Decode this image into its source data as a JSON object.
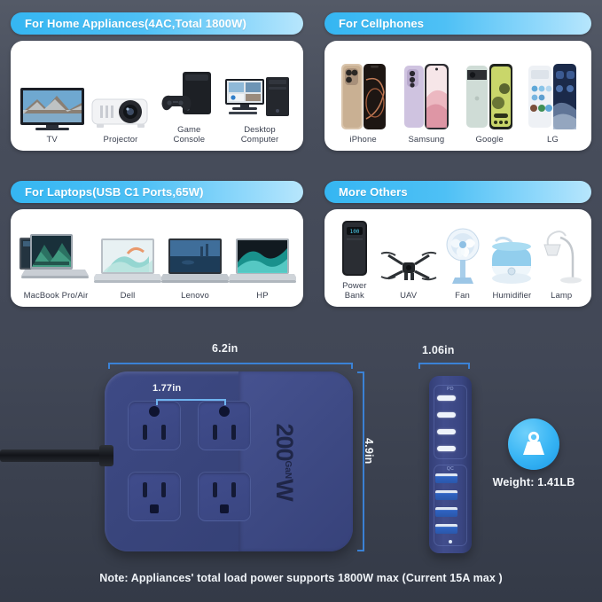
{
  "sections": [
    {
      "id": "home-appliances",
      "title": "For Home Appliances(4AC,Total 1800W)",
      "items": [
        {
          "label": "TV",
          "icon": "tv-icon"
        },
        {
          "label": "Projector",
          "icon": "projector-icon"
        },
        {
          "label": "Game\nConsole",
          "icon": "game-console-icon"
        },
        {
          "label": "Desktop\nComputer",
          "icon": "desktop-computer-icon"
        }
      ]
    },
    {
      "id": "cellphones",
      "title": "For Cellphones",
      "items": [
        {
          "label": "iPhone",
          "icon": "iphone-icon"
        },
        {
          "label": "Samsung",
          "icon": "samsung-phone-icon"
        },
        {
          "label": "Google",
          "icon": "google-pixel-icon"
        },
        {
          "label": "LG",
          "icon": "lg-phone-icon"
        }
      ]
    },
    {
      "id": "laptops",
      "title": "For Laptops(USB C1 Ports,65W)",
      "items": [
        {
          "label": "MacBook Pro/Air",
          "icon": "macbook-icon"
        },
        {
          "label": "Dell",
          "icon": "dell-laptop-icon"
        },
        {
          "label": "Lenovo",
          "icon": "lenovo-laptop-icon"
        },
        {
          "label": "HP",
          "icon": "hp-laptop-icon"
        }
      ]
    },
    {
      "id": "more-others",
      "title": "More Others",
      "items": [
        {
          "label": "Power Bank",
          "icon": "power-bank-icon"
        },
        {
          "label": "UAV",
          "icon": "drone-icon"
        },
        {
          "label": "Fan",
          "icon": "fan-icon"
        },
        {
          "label": "Humidifier",
          "icon": "humidifier-icon"
        },
        {
          "label": "Lamp",
          "icon": "desk-lamp-icon"
        }
      ]
    }
  ],
  "diagram": {
    "dimensions": {
      "width": "6.2in",
      "outlet_spacing": "1.77in",
      "height": "4.9in",
      "thickness": "1.06in"
    },
    "product": {
      "power_rating": "200",
      "power_unit": "W",
      "tech_label": "GaN"
    },
    "side_ports": {
      "usb_c_label": "PD",
      "usb_a_label": "QC",
      "usb_c_count": 4,
      "usb_a_count": 4
    },
    "weight": {
      "icon": "weight-icon",
      "text": "Weight: 1.41LB"
    }
  },
  "note": "Note:  Appliances' total load power supports 1800W max (Current 15A max )",
  "colors": {
    "background": "#434A59",
    "pill_start": "#35B6F2",
    "pill_end": "#B7E6FC",
    "card": "#FFFFFF",
    "label": "#3B4150",
    "dim_line": "#3B82D6",
    "strip_body": "#3A4680",
    "badge": "#37B4F4"
  }
}
